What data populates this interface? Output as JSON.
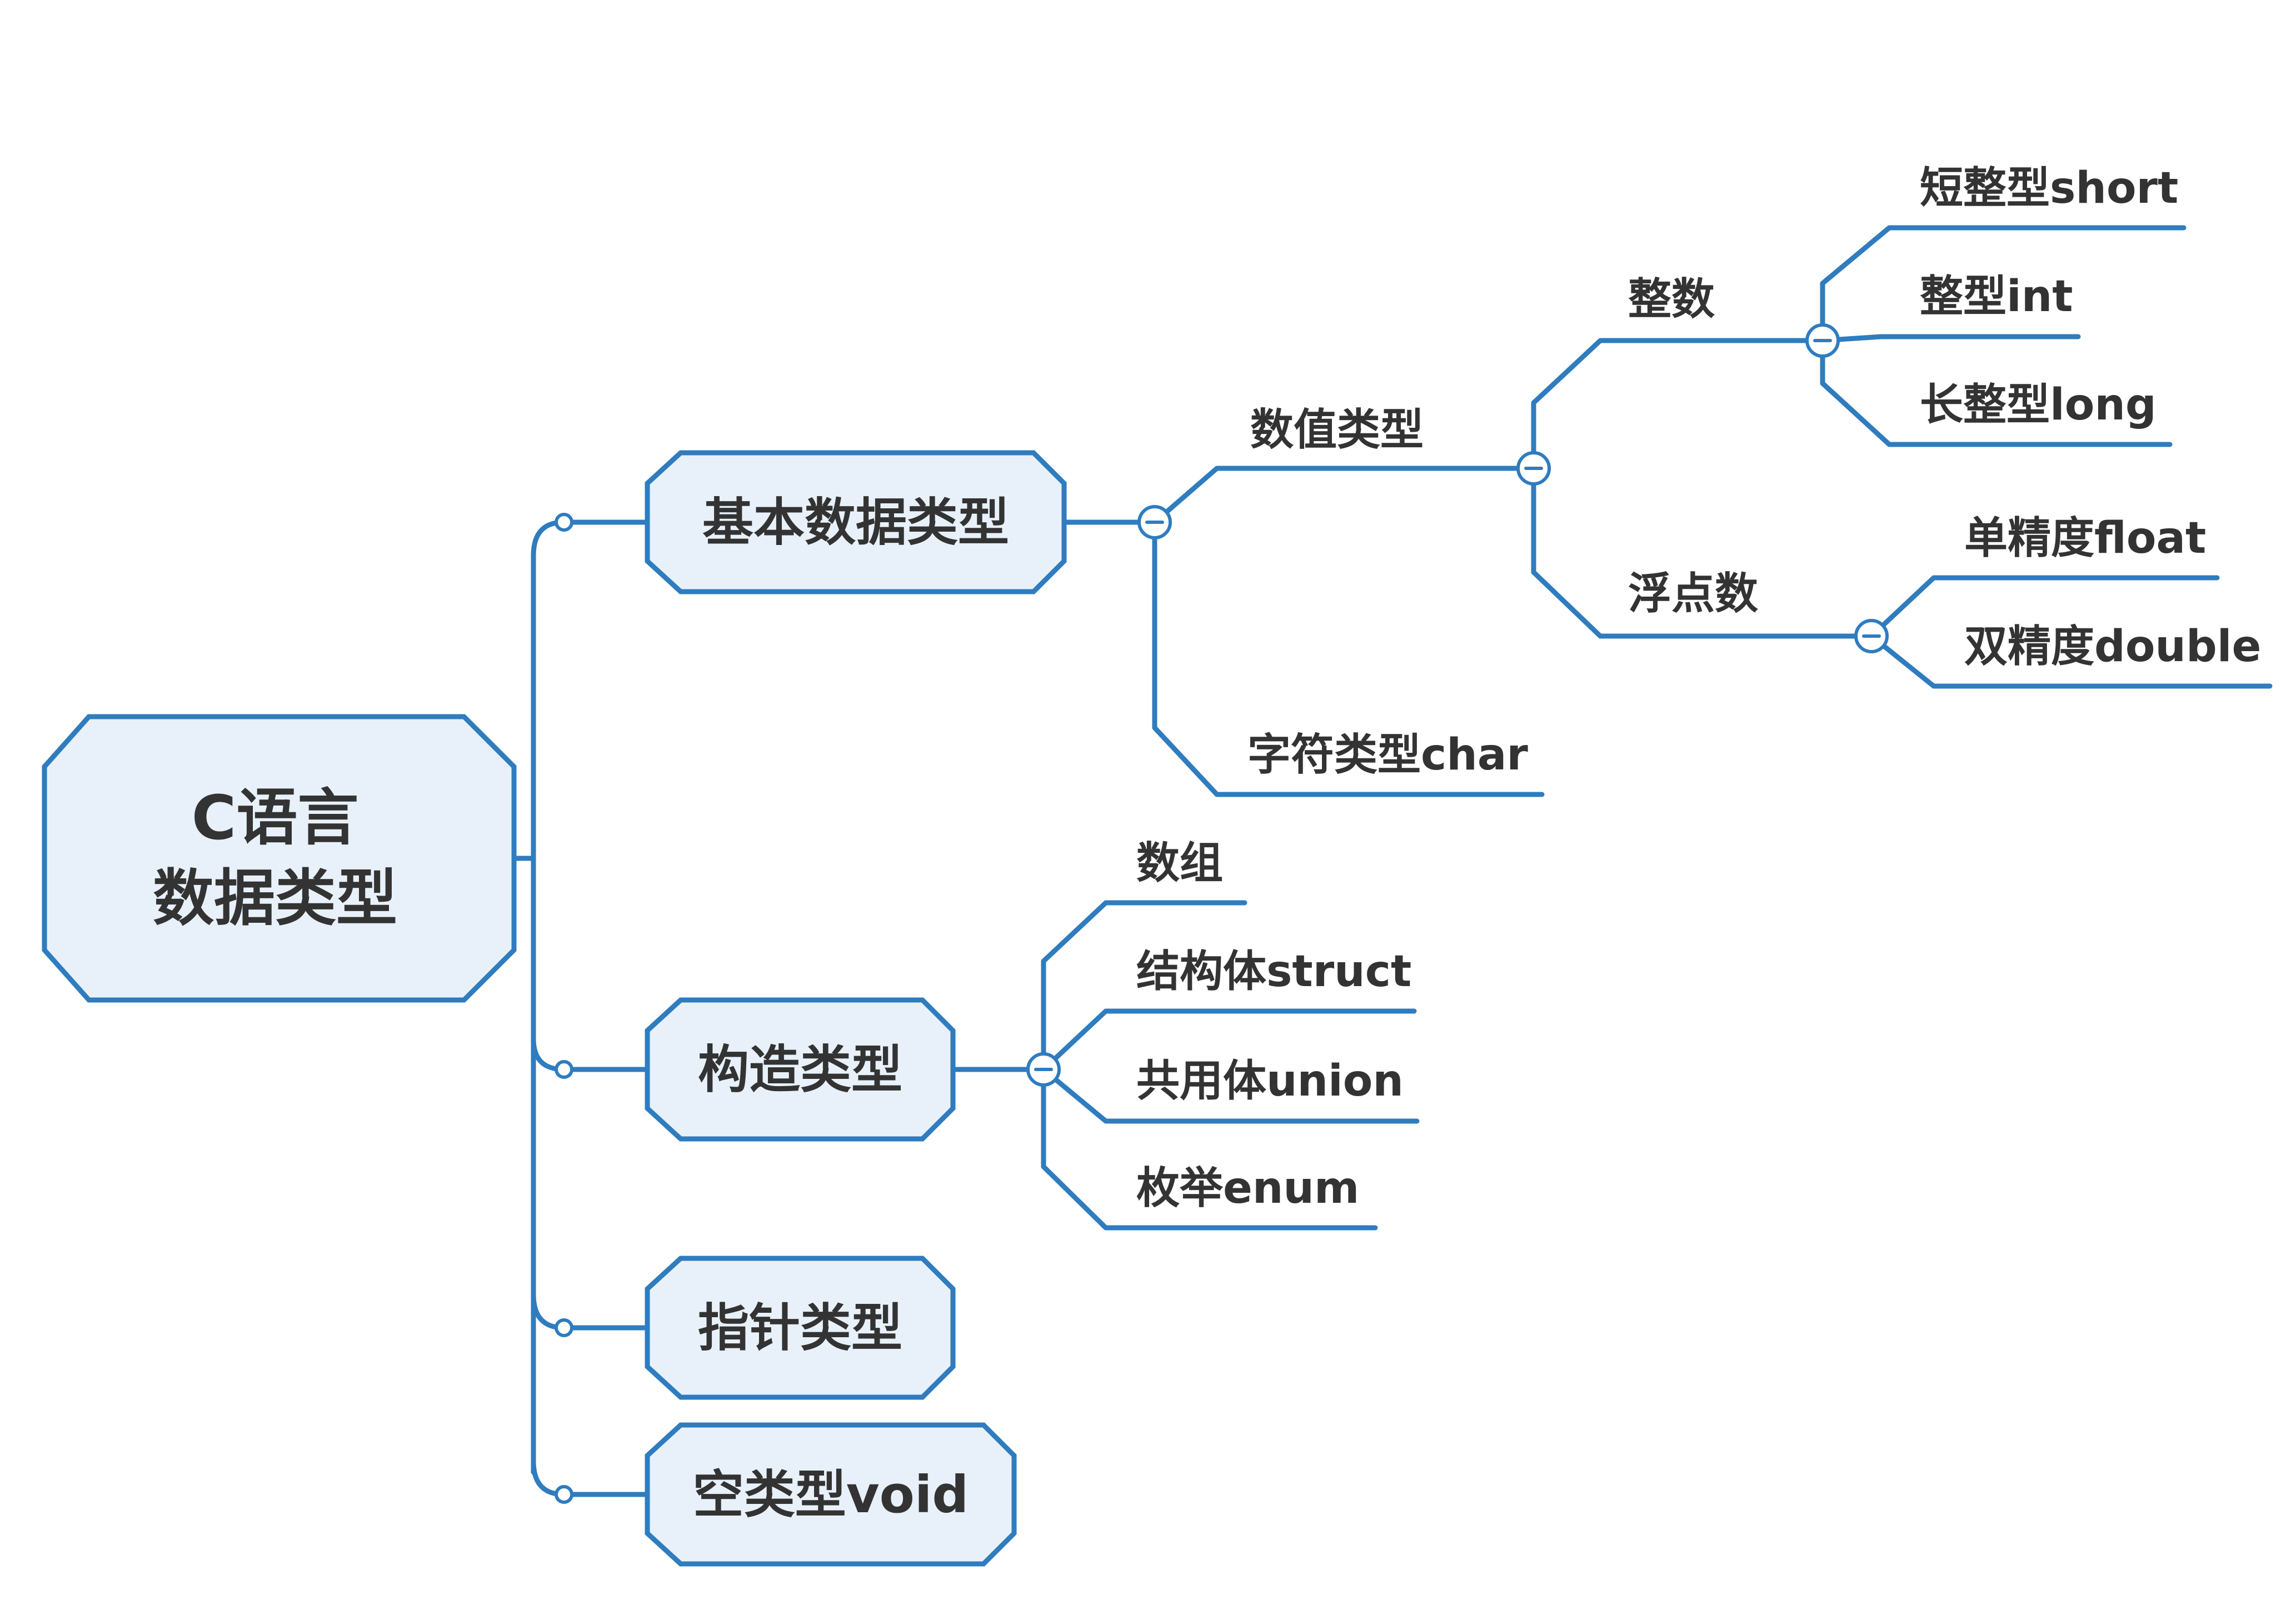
{
  "root": {
    "line1": "C语言",
    "line2": "数据类型"
  },
  "branches": {
    "basic": {
      "label": "基本数据类型",
      "numeric": {
        "label": "数值类型",
        "integer": {
          "label": "整数",
          "items": [
            "短整型short",
            "整型int",
            "长整型long"
          ]
        },
        "float": {
          "label": "浮点数",
          "items": [
            "单精度float",
            "双精度double"
          ]
        }
      },
      "char": "字符类型char"
    },
    "constructed": {
      "label": "构造类型",
      "items": [
        "数组",
        "结构体struct",
        "共用体union",
        "枚举enum"
      ]
    },
    "pointer": {
      "label": "指针类型"
    },
    "void": {
      "label": "空类型void"
    }
  },
  "colors": {
    "line": "#2f7cbf",
    "box_fill": "#e8f1fa",
    "text": "#333333",
    "background": "#ffffff"
  }
}
